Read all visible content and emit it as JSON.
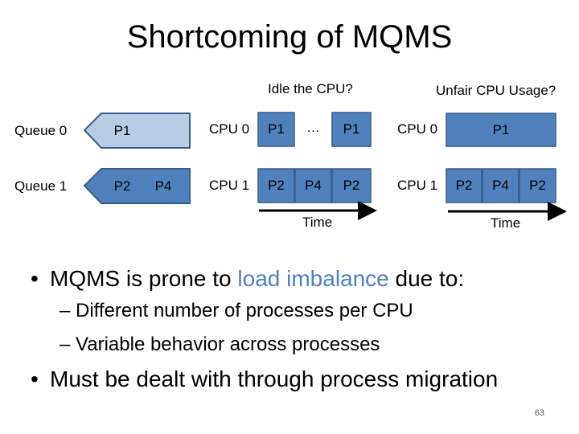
{
  "title": "Shortcoming of MQMS",
  "captions": {
    "idle": "Idle the CPU?",
    "unfair": "Unfair CPU Usage?"
  },
  "queues": [
    {
      "label": "Queue 0",
      "items": [
        "P1"
      ]
    },
    {
      "label": "Queue 1",
      "items": [
        "P2",
        "P4"
      ]
    }
  ],
  "idle_schedule": {
    "cpu0": {
      "label": "CPU 0",
      "cells": [
        "P1",
        "…",
        "P1"
      ]
    },
    "cpu1": {
      "label": "CPU 1",
      "cells": [
        "P2",
        "P4",
        "P2"
      ]
    },
    "axis_label": "Time"
  },
  "unfair_schedule": {
    "cpu0": {
      "label": "CPU 0",
      "cells": [
        "P1"
      ]
    },
    "cpu1": {
      "label": "CPU 1",
      "cells": [
        "P2",
        "P4",
        "P2"
      ]
    },
    "axis_label": "Time"
  },
  "bullets": {
    "b1_prefix": "MQMS is prone to ",
    "b1_accent": "load imbalance",
    "b1_suffix": " due to:",
    "sub1": "– Different number of processes per CPU",
    "sub2": "– Variable behavior across processes",
    "b2": "Must be dealt with through process migration"
  },
  "page_number": "63",
  "colors": {
    "fill": "#b8cce4",
    "stroke": "#385d8a",
    "dark_fill": "#4f81bd",
    "accent": "#4f81bd"
  }
}
